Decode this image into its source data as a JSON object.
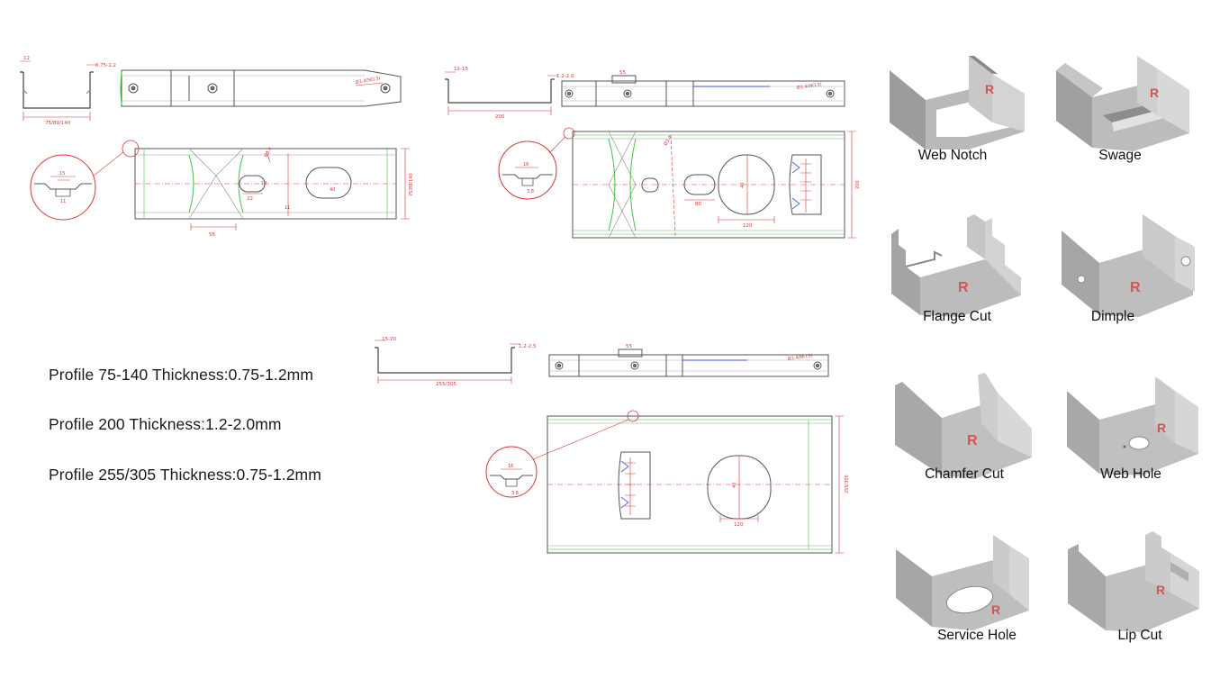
{
  "drawings": {
    "profile_75_140": {
      "section_dims": [
        "12",
        "0.75-1.2",
        "75/89/140"
      ],
      "strip_note": "Ø3.4(NO.3)",
      "plan_dims": [
        "Ø3.4",
        "22",
        "18",
        "11",
        "55",
        "40",
        "75/89/140"
      ],
      "detail_dims": [
        "15",
        "11"
      ]
    },
    "profile_200": {
      "section_dims": [
        "12-15",
        "1.2-2.0",
        "200"
      ],
      "strip_dims": [
        "55",
        "Ø3.4(NO.3)"
      ],
      "plan_dims": [
        "Ø3.4",
        "40",
        "80",
        "120",
        "200"
      ],
      "detail_dims": [
        "16",
        "3.8"
      ]
    },
    "profile_255_305": {
      "section_dims": [
        "15-20",
        "1.2-2.5",
        "255/305"
      ],
      "strip_dims": [
        "55",
        "Ø3.4(NO.3)"
      ],
      "plan_dims": [
        "40",
        "120",
        "255/305"
      ],
      "detail_dims": [
        "16",
        "3.8"
      ]
    }
  },
  "specs": [
    "Profile 75-140 Thickness:0.75-1.2mm",
    "Profile 200 Thickness:1.2-2.0mm",
    "Profile 255/305 Thickness:0.75-1.2mm"
  ],
  "features": [
    {
      "label": "Web Notch"
    },
    {
      "label": "Swage"
    },
    {
      "label": "Flange Cut"
    },
    {
      "label": "Dimple"
    },
    {
      "label": "Chamfer Cut"
    },
    {
      "label": "Web Hole"
    },
    {
      "label": "Service Hole"
    },
    {
      "label": "Lip Cut"
    }
  ],
  "colors": {
    "dimension": "#dd3333",
    "outline": "#555555",
    "green_line": "#3ec63e",
    "blue_line": "#4455dd",
    "metal": "#b7b7b7",
    "logo": "#d9534f"
  }
}
